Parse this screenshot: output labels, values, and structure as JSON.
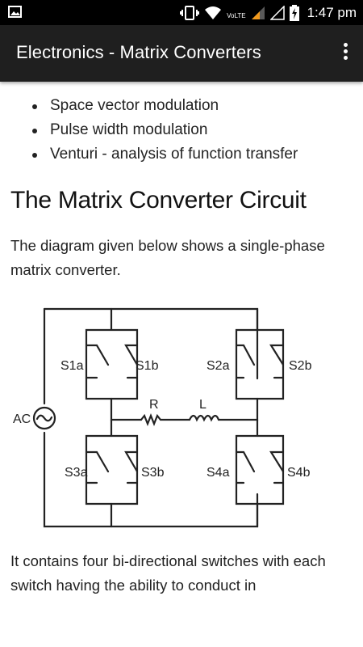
{
  "status_bar": {
    "time": "1:47 pm",
    "network_label": "VoLTE",
    "icons": [
      "image-icon",
      "vibrate-icon",
      "wifi-icon",
      "cell-signal-icon",
      "cell-signal-empty-icon",
      "battery-charging-icon"
    ]
  },
  "app_bar": {
    "title": "Electronics - Matrix Converters",
    "menu_icon": "overflow-menu-icon"
  },
  "content": {
    "bullets": [
      "Space vector modulation",
      "Pulse width modulation",
      "Venturi - analysis of function transfer"
    ],
    "heading": "The Matrix Converter Circuit",
    "intro_paragraph": "The diagram given below shows a single-phase matrix converter.",
    "diagram_labels": {
      "s1a": "S1a",
      "s1b": "S1b",
      "s2a": "S2a",
      "s2b": "S2b",
      "s3a": "S3a",
      "s3b": "S3b",
      "s4a": "S4a",
      "s4b": "S4b",
      "r": "R",
      "l": "L",
      "ac": "AC"
    },
    "followup_paragraph": "It contains four bi-directional switches with each switch having the ability to conduct in"
  }
}
